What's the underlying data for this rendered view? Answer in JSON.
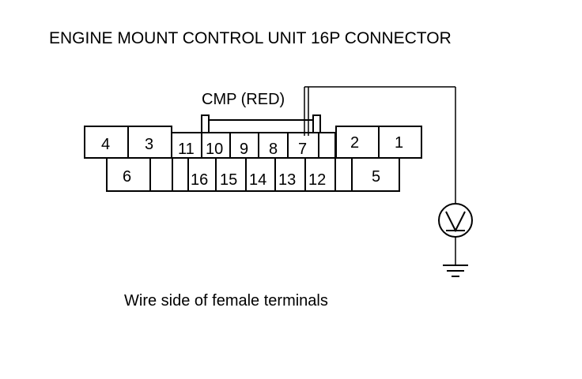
{
  "title": "ENGINE MOUNT CONTROL UNIT 16P CONNECTOR",
  "wire_label": "CMP (RED)",
  "caption": "Wire side of female terminals",
  "meter_symbol": "V",
  "pins": {
    "p1": "1",
    "p2": "2",
    "p3": "3",
    "p4": "4",
    "p5": "5",
    "p6": "6",
    "p7": "7",
    "p8": "8",
    "p9": "9",
    "p10": "10",
    "p11": "11",
    "p12": "12",
    "p13": "13",
    "p14": "14",
    "p15": "15",
    "p16": "16"
  },
  "icons": {
    "meter": "voltmeter-icon",
    "ground": "ground-icon"
  }
}
